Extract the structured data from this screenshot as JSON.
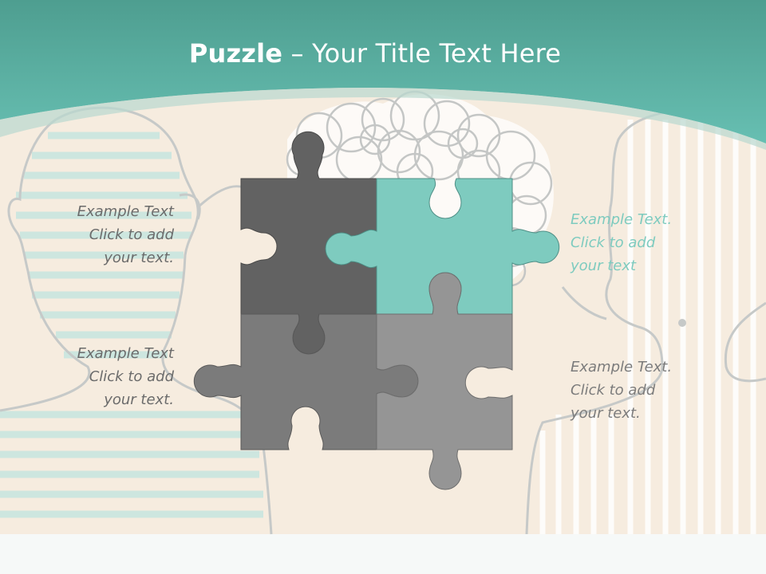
{
  "title": {
    "bold": "Puzzle",
    "rest": " – Your Title Text Here"
  },
  "text_blocks": {
    "left_top": [
      "Example Text",
      "Click to add",
      "your text."
    ],
    "left_bottom": [
      "Example Text",
      "Click to add",
      "your text."
    ],
    "right_top": [
      "Example Text.",
      "Click to add",
      "your text"
    ],
    "right_bottom": [
      "Example Text.",
      "Click to add",
      "your text."
    ]
  },
  "colors": {
    "header_teal": "#5ab3a7",
    "background": "#f6ecdf",
    "piece_dark": "#626262",
    "piece_teal": "#7ecbbf",
    "piece_mid": "#7b7b7b",
    "piece_light": "#959595"
  },
  "icons": [
    "puzzle-piece-icon",
    "tangled-thought-icon",
    "head-silhouette-icon"
  ]
}
